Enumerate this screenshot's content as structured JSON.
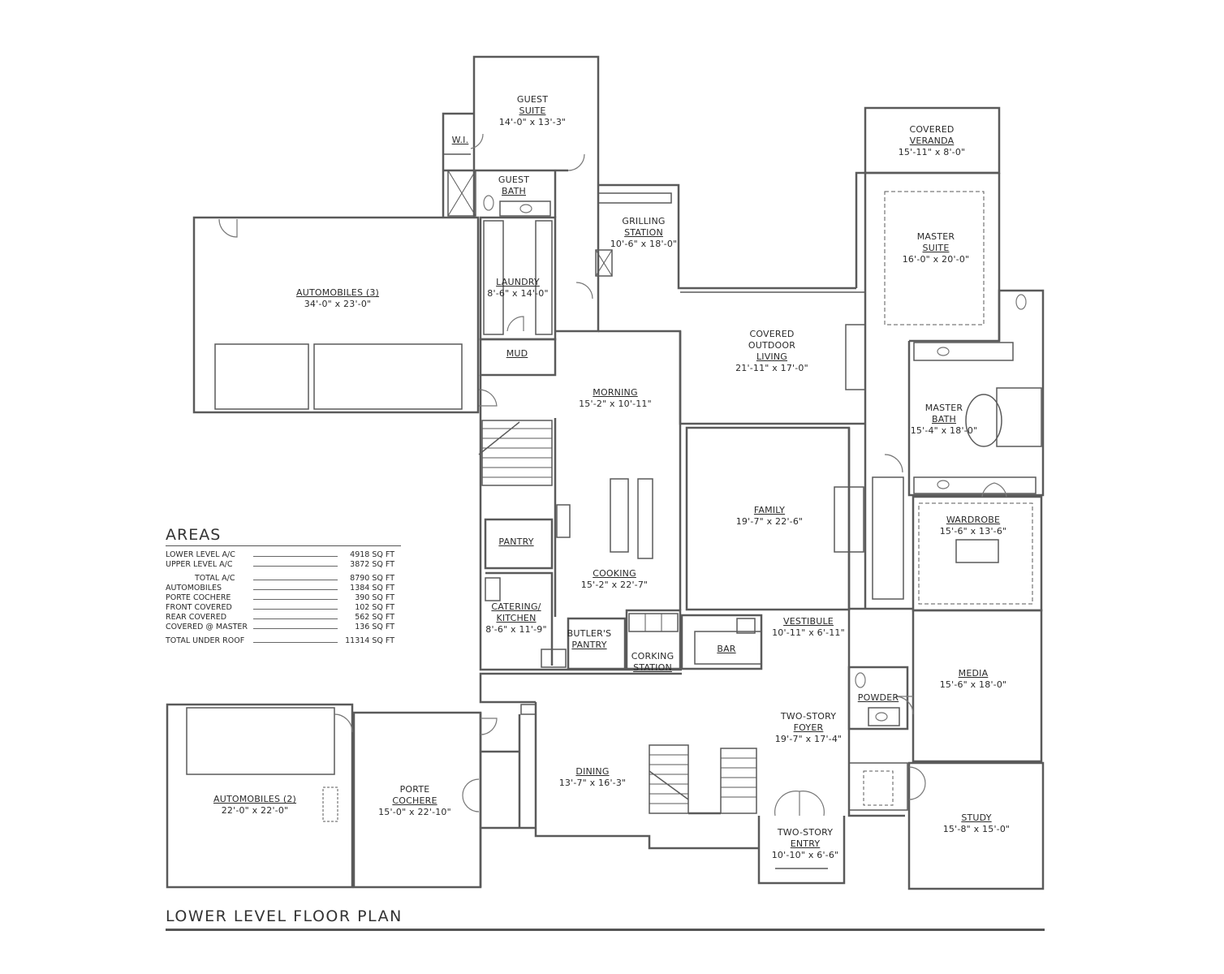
{
  "plan_title": "LOWER LEVEL FLOOR PLAN",
  "areas": {
    "title": "AREAS",
    "rows": [
      {
        "label": "LOWER LEVEL A/C",
        "value": "4918 SQ FT"
      },
      {
        "label": "UPPER LEVEL A/C",
        "value": "3872 SQ FT"
      },
      {
        "label": "TOTAL A/C",
        "value": "8790 SQ FT"
      },
      {
        "label": "AUTOMOBILES",
        "value": "1384 SQ FT"
      },
      {
        "label": "PORTE COCHERE",
        "value": "390 SQ FT"
      },
      {
        "label": "FRONT COVERED",
        "value": "102 SQ FT"
      },
      {
        "label": "REAR COVERED",
        "value": "562 SQ FT"
      },
      {
        "label": "COVERED @ MASTER",
        "value": "136 SQ FT"
      },
      {
        "label": "TOTAL UNDER ROOF",
        "value": "11314 SQ FT"
      }
    ]
  },
  "rooms": {
    "guest_suite": {
      "name1": "GUEST",
      "name2": "SUITE",
      "dims": "14'-0\" x 13'-3\""
    },
    "wi": {
      "name": "W.I."
    },
    "guest_bath": {
      "name1": "GUEST",
      "name2": "BATH"
    },
    "covered_veranda": {
      "name1": "COVERED",
      "name2": "VERANDA",
      "dims": "15'-11\" x 8'-0\""
    },
    "grilling_station": {
      "name1": "GRILLING",
      "name2": "STATION",
      "dims": "10'-6\" x 18'-0\""
    },
    "master_suite": {
      "name1": "MASTER",
      "name2": "SUITE",
      "dims": "16'-0\" x 20'-0\""
    },
    "automobiles_3": {
      "name": "AUTOMOBILES (3)",
      "dims": "34'-0\" x 23'-0\""
    },
    "laundry": {
      "name": "LAUNDRY",
      "dims": "8'-6\" x 14'-0\""
    },
    "mud": {
      "name": "MUD"
    },
    "covered_outdoor_living": {
      "name1": "COVERED",
      "name2": "OUTDOOR",
      "name3": "LIVING",
      "dims": "21'-11\" x 17'-0\""
    },
    "morning": {
      "name": "MORNING",
      "dims": "15'-2\" x 10'-11\""
    },
    "master_bath": {
      "name1": "MASTER",
      "name2": "BATH",
      "dims": "15'-4\" x 18'-0\""
    },
    "family": {
      "name": "FAMILY",
      "dims": "19'-7\" x 22'-6\""
    },
    "wardrobe": {
      "name": "WARDROBE",
      "dims": "15'-6\" x 13'-6\""
    },
    "pantry": {
      "name": "PANTRY"
    },
    "cooking": {
      "name": "COOKING",
      "dims": "15'-2\" x 22'-7\""
    },
    "catering_kitchen": {
      "name1": "CATERING/",
      "name2": "KITCHEN",
      "dims": "8'-6\" x 11'-9\""
    },
    "butlers_pantry": {
      "name1": "BUTLER'S",
      "name2": "PANTRY"
    },
    "corking_station": {
      "name1": "CORKING",
      "name2": "STATION"
    },
    "bar": {
      "name": "BAR"
    },
    "vestibule": {
      "name": "VESTIBULE",
      "dims": "10'-11\" x 6'-11\""
    },
    "media": {
      "name": "MEDIA",
      "dims": "15'-6\" x 18'-0\""
    },
    "powder": {
      "name": "POWDER"
    },
    "two_story_foyer": {
      "name1": "TWO-STORY",
      "name2": "FOYER",
      "dims": "19'-7\" x 17'-4\""
    },
    "automobiles_2": {
      "name": "AUTOMOBILES (2)",
      "dims": "22'-0\" x 22'-0\""
    },
    "porte_cochere": {
      "name1": "PORTE",
      "name2": "COCHERE",
      "dims": "15'-0\" x 22'-10\""
    },
    "dining": {
      "name": "DINING",
      "dims": "13'-7\" x 16'-3\""
    },
    "two_story_entry": {
      "name1": "TWO-STORY",
      "name2": "ENTRY",
      "dims": "10'-10\" x 6'-6\""
    },
    "study": {
      "name": "STUDY",
      "dims": "15'-8\" x 15'-0\""
    }
  },
  "colors": {
    "wall": "#5a5a5a",
    "fixture": "#777777",
    "background": "#ffffff"
  }
}
